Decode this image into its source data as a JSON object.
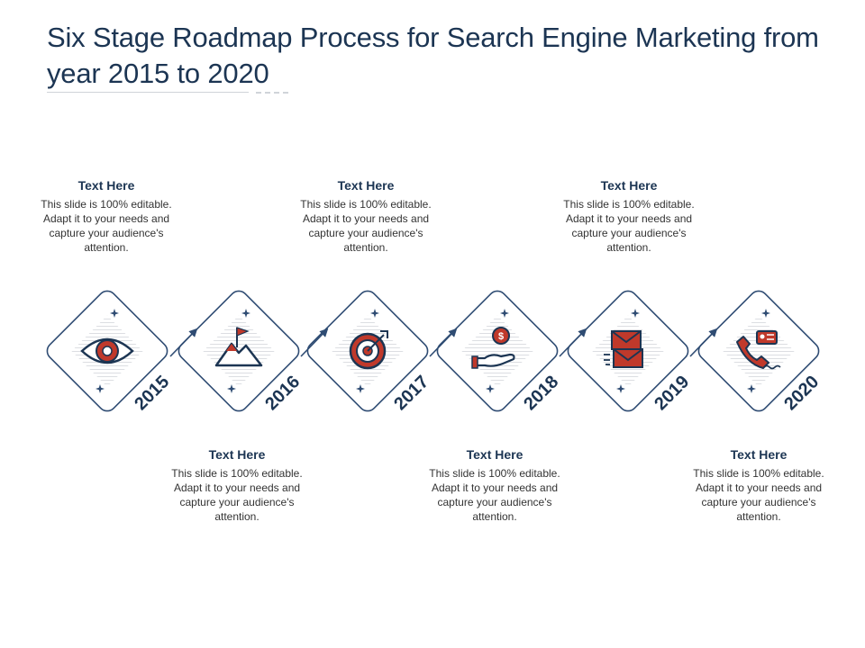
{
  "title": "Six Stage Roadmap Process for Search Engine Marketing from year 2015 to 2020",
  "colors": {
    "navy": "#1c3553",
    "red": "#c0392b",
    "diamond_stroke": "#2f4c73",
    "hatch": "#c9cdd3"
  },
  "stages": [
    {
      "year": "2015",
      "icon": "eye-icon",
      "heading": "Text Here",
      "text": "This slide is 100% editable. Adapt it to your needs and capture your audience's attention.",
      "position": "top"
    },
    {
      "year": "2016",
      "icon": "mountain-flag-icon",
      "heading": "Text Here",
      "text": "This slide is 100% editable. Adapt it to your needs and capture your audience's attention.",
      "position": "bottom"
    },
    {
      "year": "2017",
      "icon": "target-icon",
      "heading": "Text Here",
      "text": "This slide is 100% editable. Adapt it to your needs and capture your audience's attention.",
      "position": "top"
    },
    {
      "year": "2018",
      "icon": "hand-dollar-icon",
      "heading": "Text Here",
      "text": "This slide is 100% editable. Adapt it to your needs and capture your audience's attention.",
      "position": "bottom"
    },
    {
      "year": "2019",
      "icon": "envelopes-icon",
      "heading": "Text Here",
      "text": "This slide is 100% editable. Adapt it to your needs and capture your audience's attention.",
      "position": "top"
    },
    {
      "year": "2020",
      "icon": "phone-contact-icon",
      "heading": "Text Here",
      "text": "This slide is 100% editable. Adapt it to your needs and capture your audience's attention.",
      "position": "bottom"
    }
  ]
}
